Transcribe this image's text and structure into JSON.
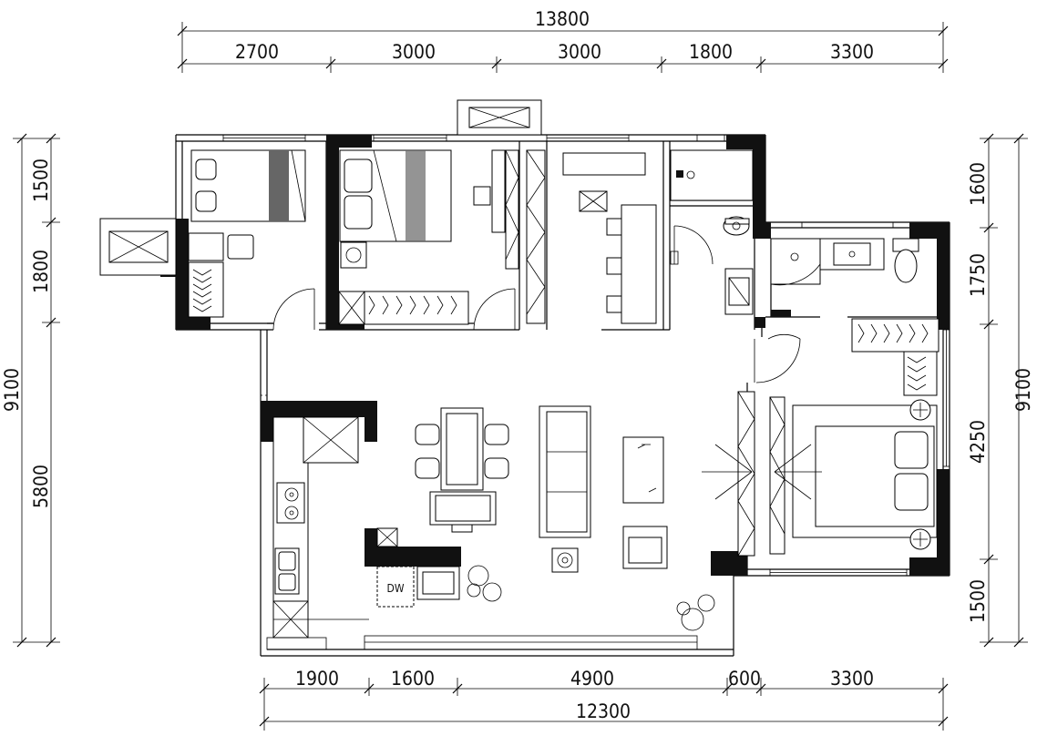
{
  "dimensions": {
    "top_total": "13800",
    "top_segments": [
      "2700",
      "3000",
      "3000",
      "1800",
      "3300"
    ],
    "bottom_total": "12300",
    "bottom_segments": [
      "1900",
      "1600",
      "4900",
      "600",
      "3300"
    ],
    "left_total": "9100",
    "left_segments": [
      "1500",
      "1800",
      "5800"
    ],
    "right_total": "9100",
    "right_segments": [
      "1600",
      "1750",
      "4250",
      "1500"
    ]
  },
  "labels": {
    "dishwasher": "DW"
  }
}
